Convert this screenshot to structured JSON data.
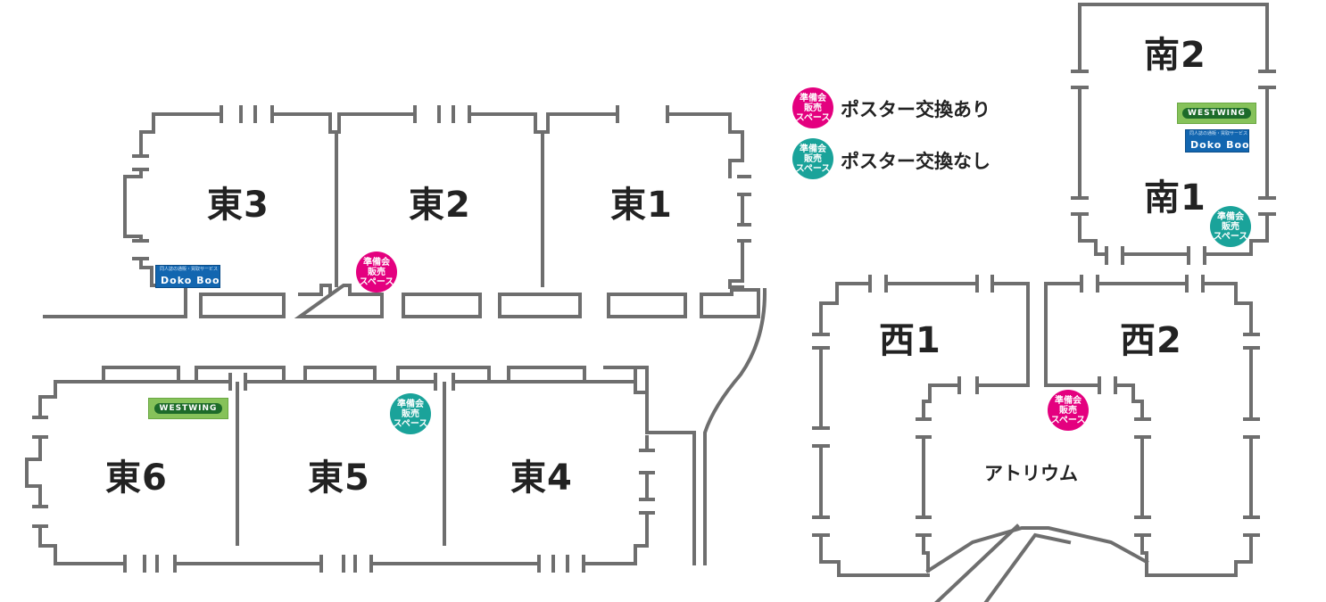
{
  "halls": {
    "east3": "東3",
    "east2": "東2",
    "east1": "東1",
    "east6": "東6",
    "east5": "東5",
    "east4": "東4",
    "south2": "南2",
    "south1": "南1",
    "west1": "西1",
    "west2": "西2",
    "atrium": "アトリウム"
  },
  "badge": {
    "line1": "準備会",
    "line2": "販売",
    "line3": "スペース"
  },
  "legend": {
    "with_poster": "ポスター交換あり",
    "without_poster": "ポスター交換なし",
    "with_color": "#e4007f",
    "without_color": "#1aa39a"
  },
  "logos": {
    "westwing": "WESTWING",
    "bookwalker_small": "同人誌の通販・買取サービス",
    "bookwalker": "Doko Book"
  },
  "colors": {
    "wall": "#6e6e6e",
    "background": "#ffffff"
  }
}
